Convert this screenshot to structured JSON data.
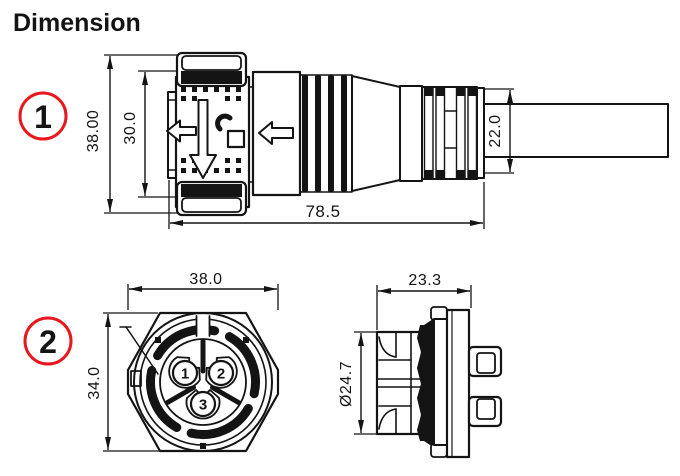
{
  "title": "Dimension",
  "colors": {
    "red": "#e8181f",
    "ink": "#141414"
  },
  "plug_view": {
    "badge": "1",
    "dim_overall_height": "38.00",
    "dim_body_height": "30.0",
    "dim_length": "78.5",
    "dim_tail_diameter": "22.0"
  },
  "socket_front_view": {
    "badge": "2",
    "dim_width": "38.0",
    "dim_height": "34.0",
    "pin_labels": [
      "1",
      "2",
      "3"
    ]
  },
  "socket_side_view": {
    "dim_depth": "23.3",
    "dim_diameter": "Ø24.7"
  }
}
